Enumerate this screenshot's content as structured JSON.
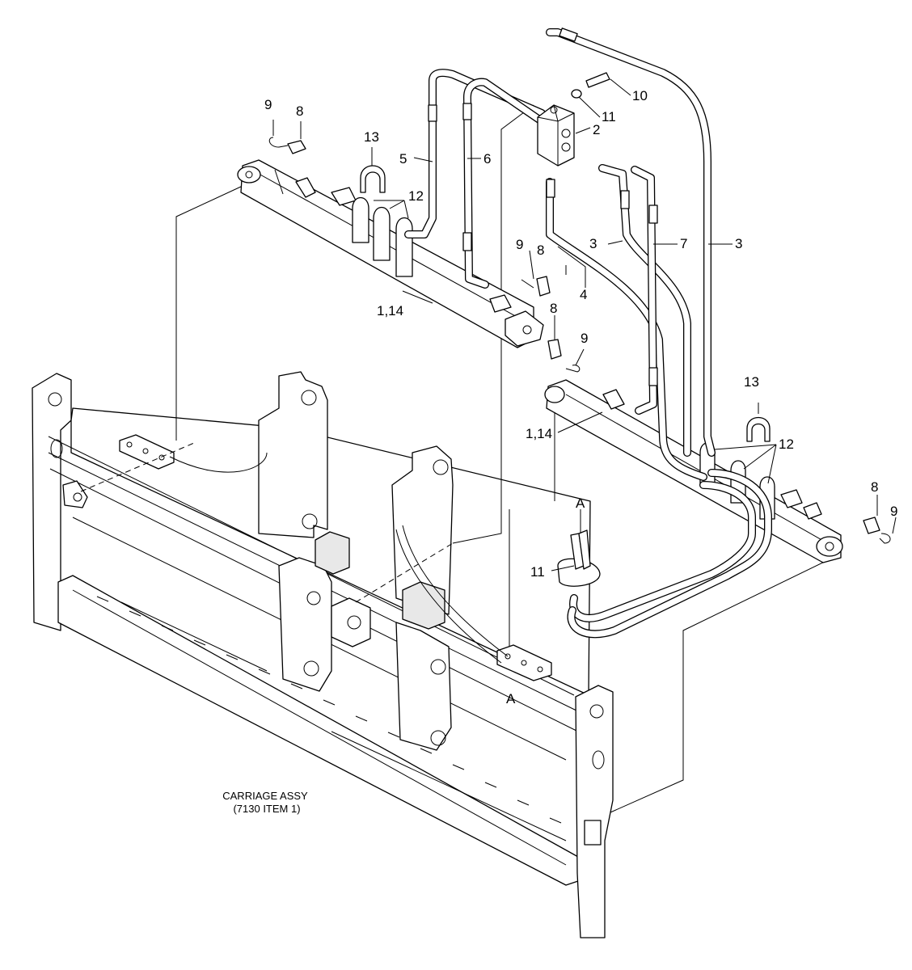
{
  "labels": {
    "item_1_14": "1,14",
    "item_2": "2",
    "item_3": "3",
    "item_4": "4",
    "item_5": "5",
    "item_6": "6",
    "item_7": "7",
    "item_8": "8",
    "item_9": "9",
    "item_10": "10",
    "item_11": "11",
    "item_12": "12",
    "item_13": "13",
    "detail_a": "A"
  },
  "caption": {
    "line1": "CARRIAGE ASSY",
    "line2": "(7130 ITEM 1)"
  }
}
